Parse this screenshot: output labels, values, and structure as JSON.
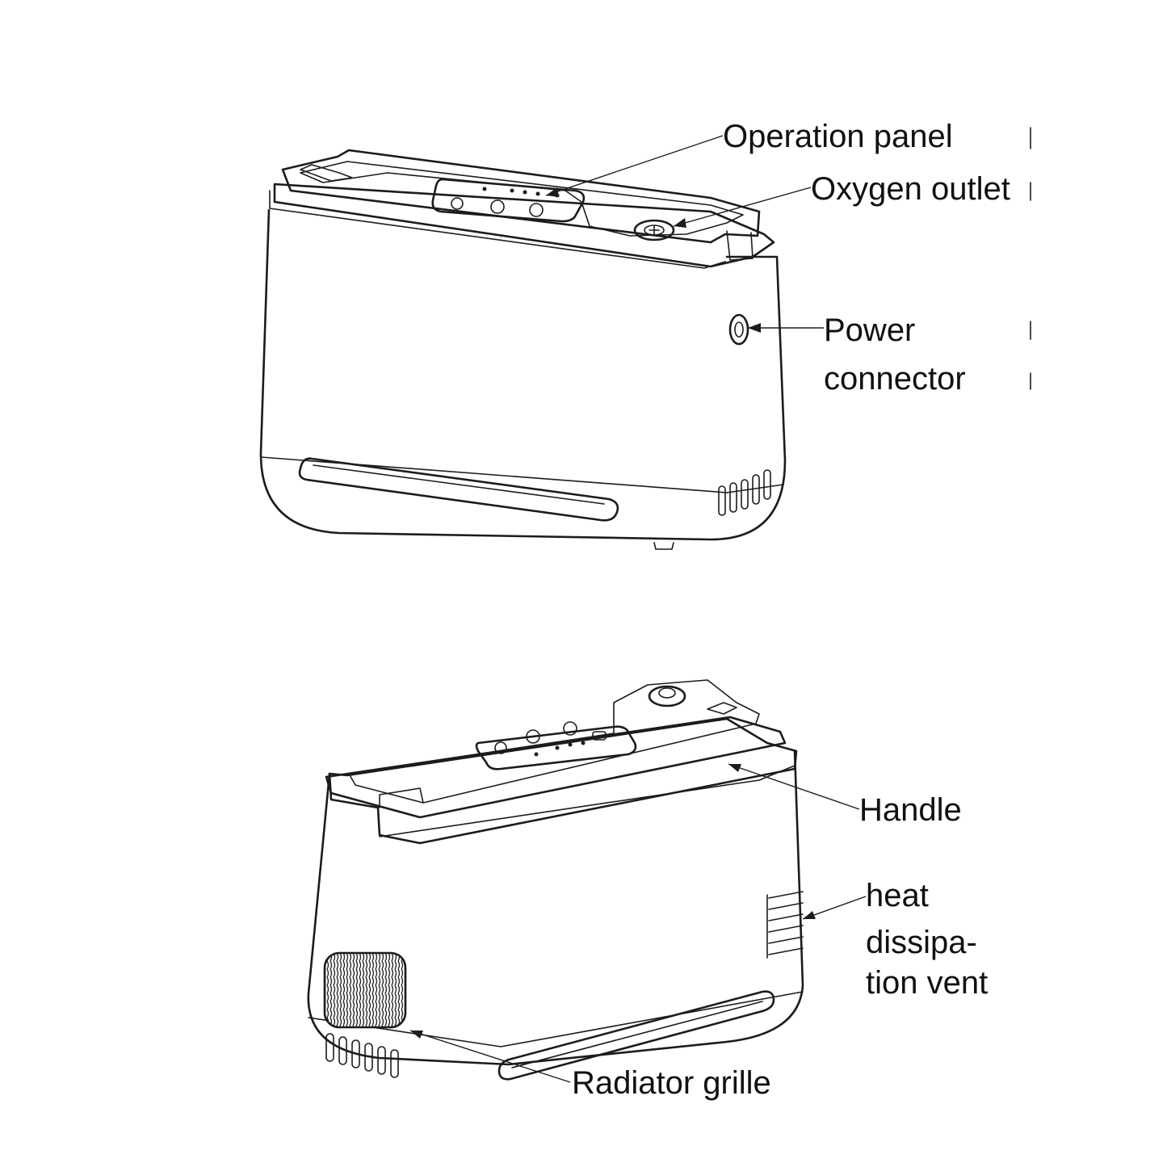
{
  "labels": {
    "operation_panel": "Operation panel",
    "oxygen_outlet": "Oxygen outlet",
    "power_connector_line1": "Power",
    "power_connector_line2": "connector",
    "handle": "Handle",
    "heat_vent_line1": "heat",
    "heat_vent_line2": "dissipa-",
    "heat_vent_line3": "tion vent",
    "radiator_grille": "Radiator grille"
  },
  "colors": {
    "line": "#1c1c1c",
    "text": "#111111",
    "background": "#ffffff"
  }
}
